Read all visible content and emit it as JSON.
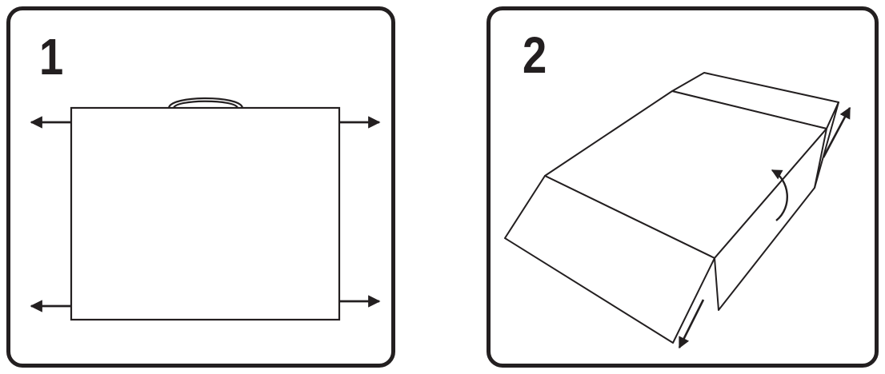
{
  "steps": [
    {
      "number": "1",
      "icon": "cardboard-box-top-view-with-handle-and-outward-arrows"
    },
    {
      "number": "2",
      "icon": "cardboard-box-flaps-folding-with-arrows"
    }
  ],
  "colors": {
    "line": "#231f20",
    "background": "#ffffff"
  }
}
